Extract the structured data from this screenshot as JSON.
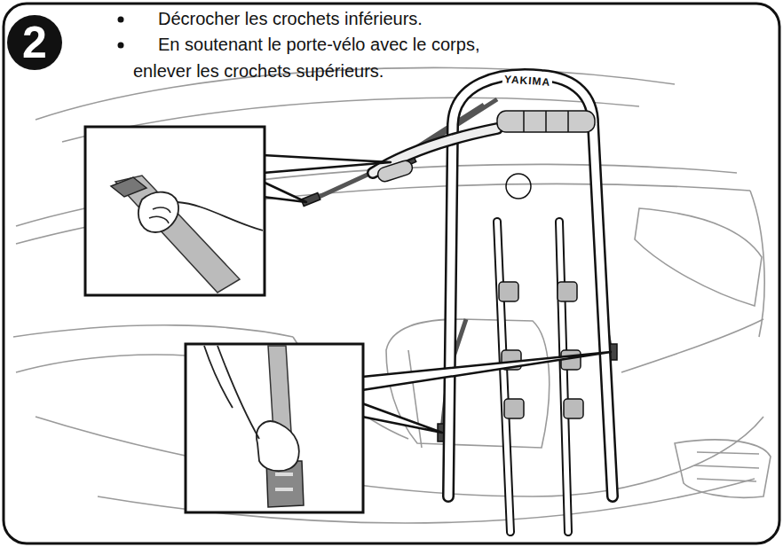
{
  "diagram": {
    "nodes": [
      {
        "text": [
          "2"
        ]
      }
    ],
    "labels": [
      "Décrocher les crochets inférieurs.",
      "En soutenant le porte-vélo avec le corps, enlever les crochets supérieurs.",
      "YAKIMA"
    ]
  }
}
